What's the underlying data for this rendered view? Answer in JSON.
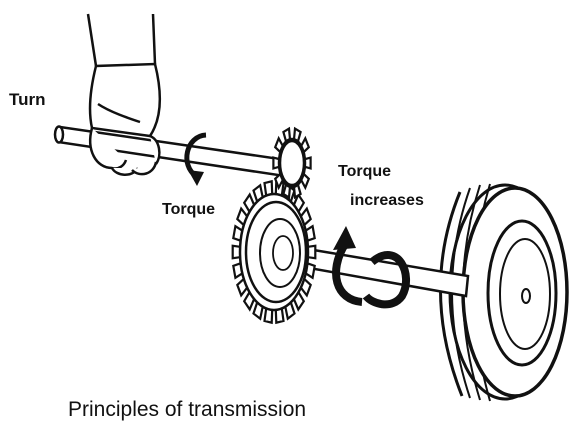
{
  "labels": {
    "turn": "Turn",
    "torque_small": "Torque",
    "torque_large": "Torque",
    "increases": "increases"
  },
  "caption": "Principles of transmission",
  "colors": {
    "ink": "#111111",
    "paper": "#ffffff"
  }
}
